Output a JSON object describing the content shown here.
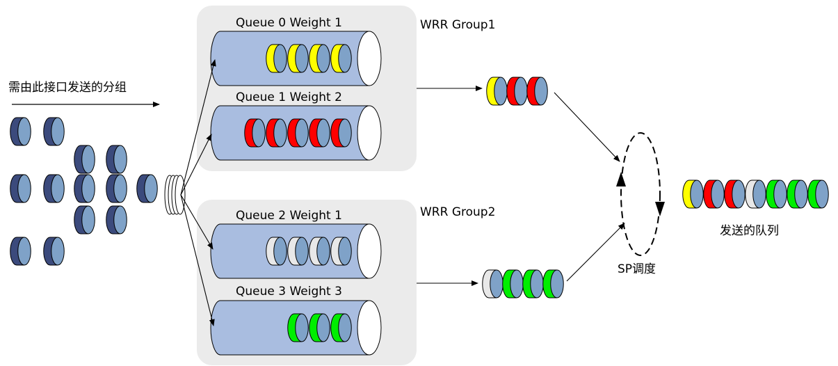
{
  "input_label": "需由此接口发送的分组",
  "groups": [
    {
      "label": "WRR Group1",
      "queues": [
        {
          "label": "Queue 0 Weight 1",
          "packet_colors": [
            "yellow",
            "yellow",
            "yellow",
            "yellow"
          ]
        },
        {
          "label": "Queue 1 Weight 2",
          "packet_colors": [
            "red",
            "red",
            "red",
            "red",
            "red"
          ]
        }
      ],
      "output_packets": [
        "yellow",
        "red",
        "red"
      ]
    },
    {
      "label": "WRR Group2",
      "queues": [
        {
          "label": "Queue 2 Weight 1",
          "packet_colors": [
            "white",
            "white",
            "white",
            "white"
          ]
        },
        {
          "label": "Queue 3 Weight 3",
          "packet_colors": [
            "green",
            "green",
            "green"
          ]
        }
      ],
      "output_packets": [
        "white",
        "green",
        "green",
        "green"
      ]
    }
  ],
  "scheduler_label": "SP调度",
  "output_label": "发送的队列",
  "output_queue_packets": [
    "yellow",
    "red",
    "red",
    "white",
    "green",
    "green",
    "green"
  ],
  "colors": {
    "yellow": "#ffff00",
    "red": "#ff0000",
    "white": "#e8e8e8",
    "green": "#00ee00",
    "packet_cap": "#7fa2c8",
    "packet_dark": "#3b4a7c",
    "queue_body": "#a9bde0",
    "panel": "#ebebeb"
  }
}
